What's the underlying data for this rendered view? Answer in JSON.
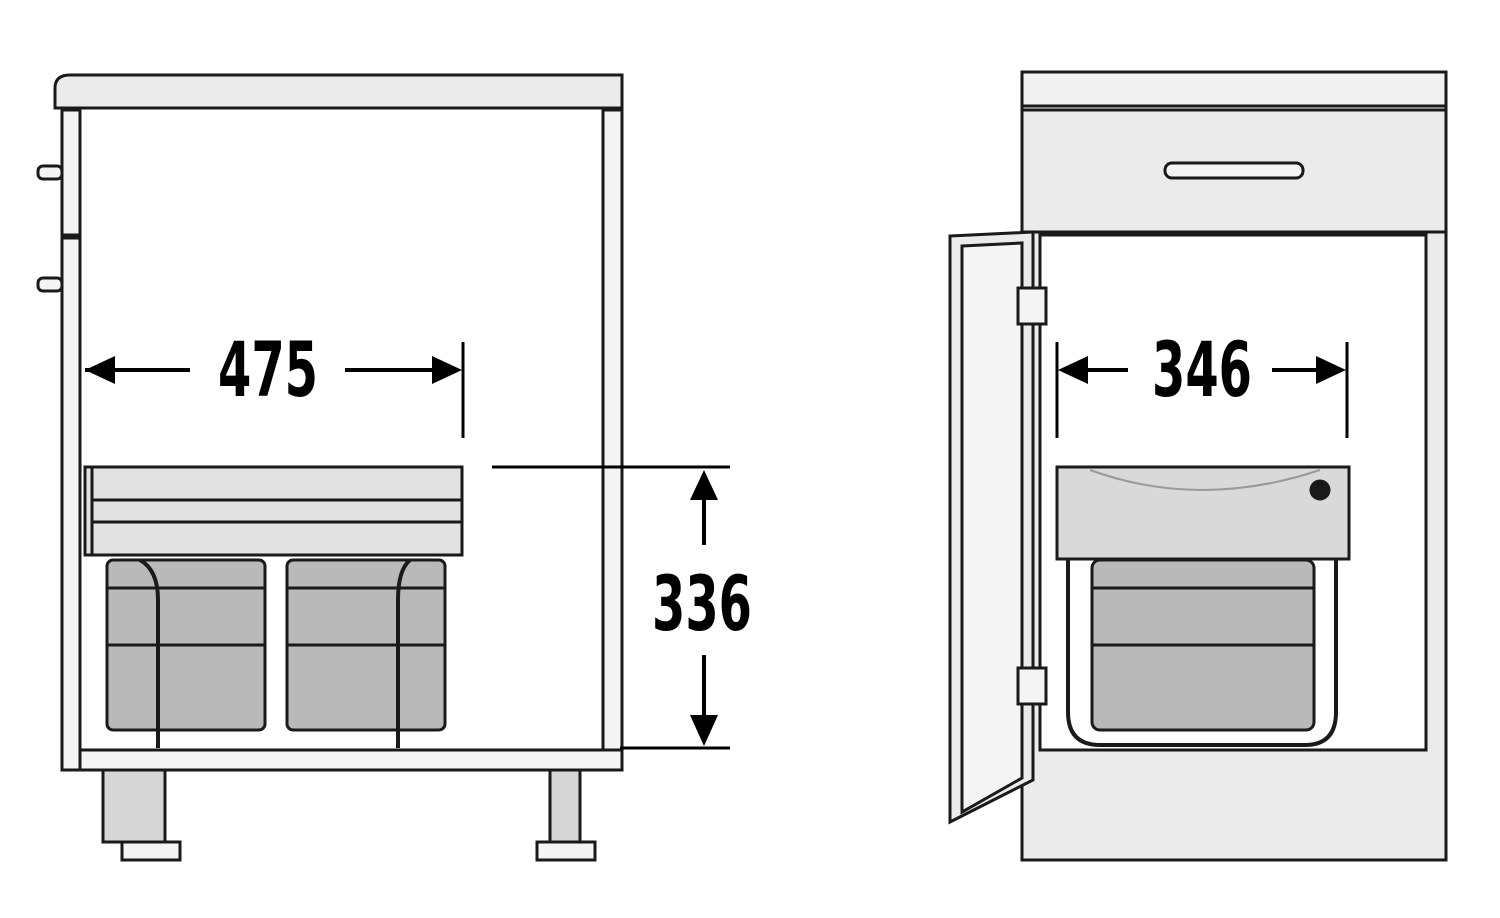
{
  "colors": {
    "stroke": "#1a1a1a",
    "panel": "#ebebeb",
    "panel_light": "#f4f4f4",
    "bin": "#b9b9b9",
    "bin_dark": "#a8a8a8",
    "frame": "#d6d6d6"
  },
  "left_view": {
    "width_label": "475",
    "height_label": "336"
  },
  "right_view": {
    "width_label": "346"
  }
}
